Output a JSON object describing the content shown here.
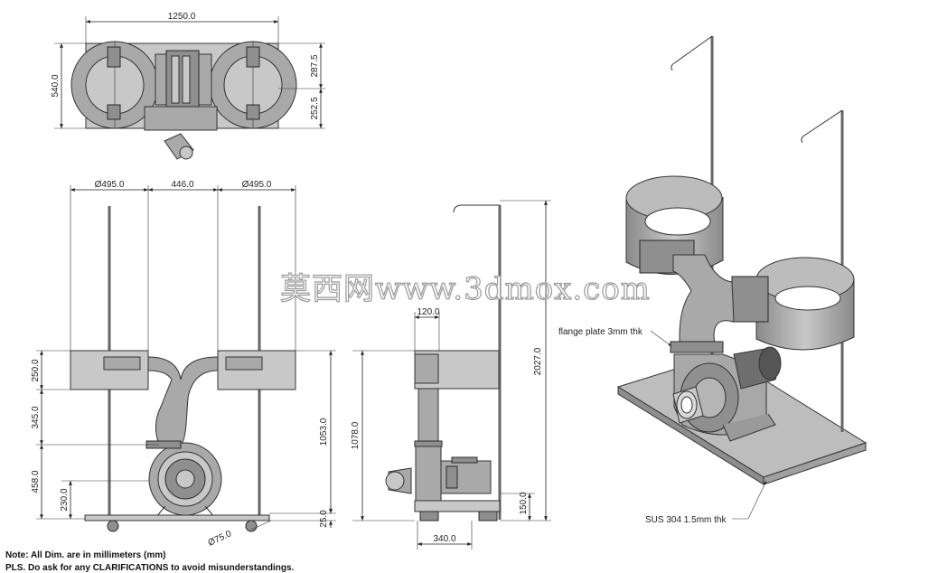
{
  "top_view": {
    "width_dim": "1250.0",
    "depth_dim": "540.0",
    "upper_dim": "287.5",
    "lower_dim": "252.5"
  },
  "front_view": {
    "dia_left": "Ø495.0",
    "gap": "446.0",
    "dia_right": "Ø495.0",
    "h_250": "250.0",
    "h_345": "345.0",
    "h_458": "458.0",
    "h_230": "230.0",
    "h_1053": "1053.0",
    "h_25": "25.0",
    "wheel_dia": "Ø75.0"
  },
  "side_view": {
    "w_120": "120.0",
    "h_1078": "1078.0",
    "h_2027": "2027.0",
    "h_150": "150.0",
    "w_340": "340.0"
  },
  "iso_view": {
    "flange_callout": "flange plate 3mm thk",
    "base_callout": "SUS 304 1.5mm thk"
  },
  "watermark": "莫西网www.3dmox.com",
  "notes": {
    "line1": "Note: All Dim. are in millimeters (mm)",
    "line2": "PLS. Do ask for any CLARIFICATIONS to avoid misunderstandings."
  }
}
